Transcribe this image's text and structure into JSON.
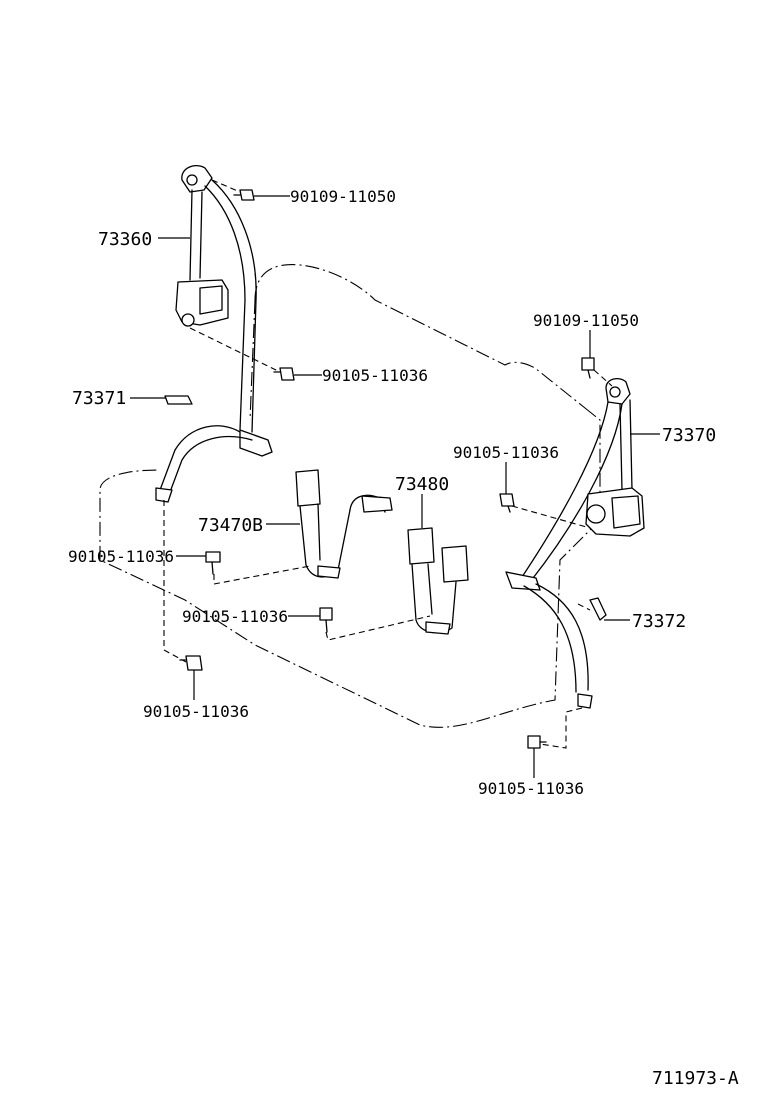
{
  "diagram_id": "711973-A",
  "labels": {
    "belt_rh_outer": "73360",
    "belt_lh_outer": "73370",
    "cover_left": "73371",
    "cover_right": "73372",
    "buckle_center_left": "73470B",
    "buckle_center_right": "73480",
    "bolt_top_left": "90109-11050",
    "bolt_top_right": "90109-11050",
    "bolt_retractor_left": "90105-11036",
    "bolt_retractor_right": "90105-11036",
    "bolt_anchor_left": "90105-11036",
    "bolt_buckle_right": "90105-11036",
    "bolt_lower_left": "90105-11036",
    "bolt_lower_right": "90105-11036"
  }
}
